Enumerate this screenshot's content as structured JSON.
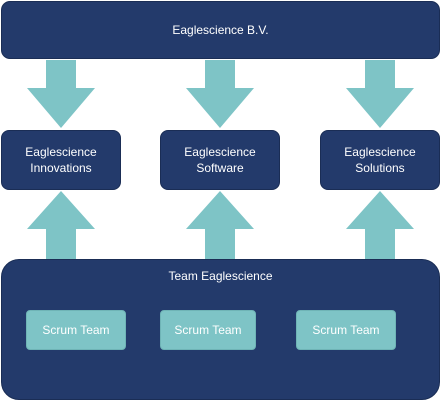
{
  "company": "Eaglescience B.V.",
  "divisions": [
    {
      "line1": "Eaglescience",
      "line2": "Innovations"
    },
    {
      "line1": "Eaglescience",
      "line2": "Software"
    },
    {
      "line1": "Eaglescience",
      "line2": "Solutions"
    }
  ],
  "team": {
    "title": "Team Eaglescience",
    "scrum_teams": [
      "Scrum Team",
      "Scrum Team",
      "Scrum Team"
    ]
  },
  "colors": {
    "box": "#233a6b",
    "arrow": "#7ec4c6",
    "scrum": "#7ec4c6"
  }
}
